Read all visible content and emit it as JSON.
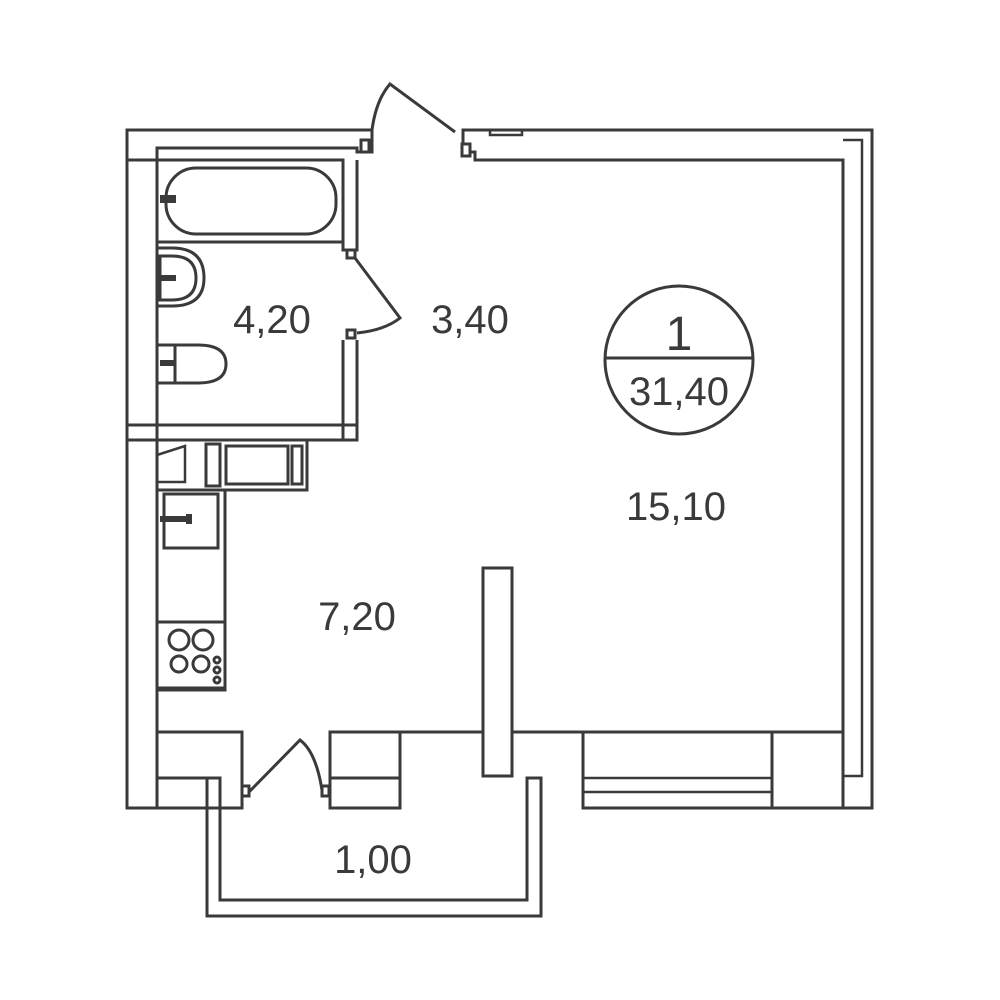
{
  "apartment": {
    "rooms": "1",
    "total_area": "31,40"
  },
  "areas": {
    "bathroom": "4,20",
    "hallway": "3,40",
    "living_room": "15,10",
    "kitchen": "7,20",
    "balcony": "1,00"
  },
  "colors": {
    "line": "#3a3a3a",
    "background": "#ffffff"
  }
}
